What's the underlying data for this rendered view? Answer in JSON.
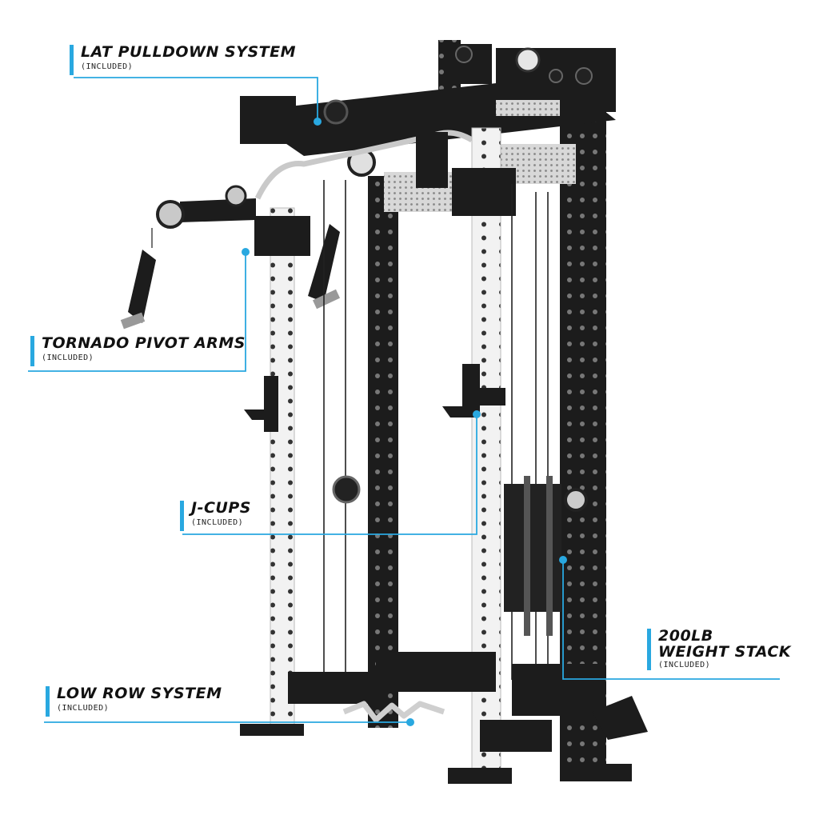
{
  "colors": {
    "accent": "#29a8e0",
    "frame": "#1c1c1c",
    "upright": "#f2f2f2",
    "chrome": "#c9c9c9"
  },
  "callouts": {
    "lat_pulldown": {
      "title": "LAT PULLDOWN SYSTEM",
      "sub": "(INCLUDED)"
    },
    "tornado": {
      "title": "TORNADO PIVOT ARMS",
      "sub": "(INCLUDED)"
    },
    "jcups": {
      "title": "J-CUPS",
      "sub": "(INCLUDED)"
    },
    "weight_stack": {
      "title_line1": "200LB",
      "title_line2": "WEIGHT STACK",
      "sub": "(INCLUDED)"
    },
    "low_row": {
      "title": "LOW ROW SYSTEM",
      "sub": "(INCLUDED)"
    }
  }
}
